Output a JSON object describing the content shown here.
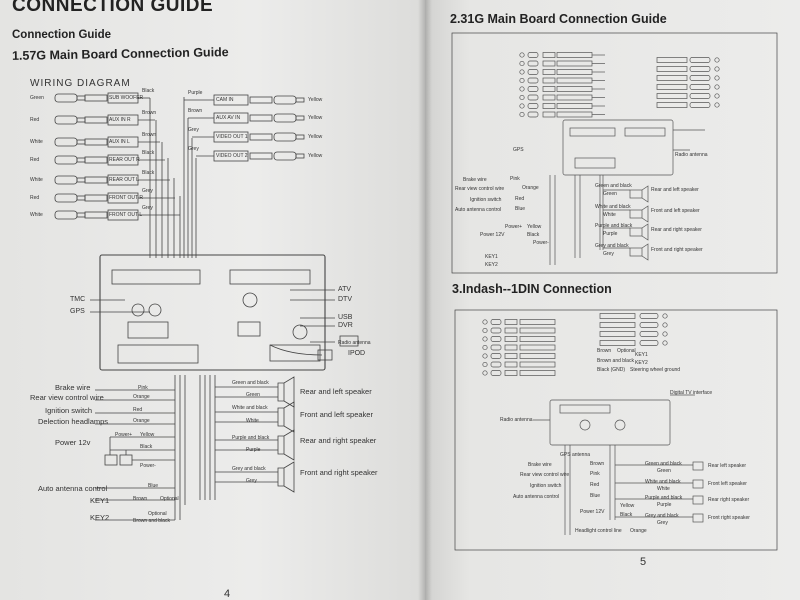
{
  "left": {
    "header": "CONNECTION GUIDE",
    "subheader": "Connection Guide",
    "section_title": "1.57G Main Board Connection Guide",
    "diagram_title": "WIRING DIAGRAM",
    "rca_left": [
      {
        "color": "Green",
        "label": "SUB WOOFER",
        "wire": "Black"
      },
      {
        "color": "Red",
        "label": "AUX IN R",
        "wire": "Brown"
      },
      {
        "color": "White",
        "label": "AUX IN L",
        "wire": "Brown"
      },
      {
        "color": "Red",
        "label": "REAR OUT R",
        "wire": "Black"
      },
      {
        "color": "White",
        "label": "REAR OUT L",
        "wire": "Black"
      },
      {
        "color": "Red",
        "label": "FRONT OUT R",
        "wire": "Grey"
      },
      {
        "color": "White",
        "label": "FRONT OUT L",
        "wire": "Grey"
      }
    ],
    "rca_right": [
      {
        "wire": "Purple",
        "label": "CAM IN",
        "color": "Yellow"
      },
      {
        "wire": "Brown",
        "label": "AUX AV IN",
        "color": "Yellow"
      },
      {
        "wire": "Grey",
        "label": "VIDEO OUT 1",
        "color": "Yellow"
      },
      {
        "wire": "Grey",
        "label": "VIDEO OUT 2",
        "color": "Yellow"
      }
    ],
    "unit_labels": {
      "tmc": "TMC",
      "gps": "GPS",
      "atv": "ATV",
      "dtv": "DTV",
      "usb": "USB",
      "dvr": "DVR",
      "radio": "Radio antenna",
      "ipod": "IPOD"
    },
    "wires_left": [
      {
        "label": "Brake wire",
        "color": "Pink"
      },
      {
        "label": "Rear view control wire",
        "color": "Orange"
      },
      {
        "label": "Ignition switch",
        "color": "Red"
      },
      {
        "label": "Delection headlamps",
        "color": "Orange"
      }
    ],
    "power": {
      "label": "Power 12v",
      "plus": "Power+",
      "plus_color": "Yellow",
      "ground": "Black",
      "minus": "Power-"
    },
    "bottom_wires": [
      {
        "label": "Auto antenna control",
        "color": "Blue"
      },
      {
        "label": "KEY1",
        "color": "Brown",
        "note": "Optional"
      },
      {
        "label": "KEY2",
        "color": "Brown and black",
        "note": "Optional"
      }
    ],
    "speakers": [
      {
        "label": "Rear and left speaker",
        "w1": "Green and black",
        "w2": "Green"
      },
      {
        "label": "Front  and left speaker",
        "w1": "White and black",
        "w2": "White"
      },
      {
        "label": "Rear and  right  speaker",
        "w1": "Purple and black",
        "w2": "Purple"
      },
      {
        "label": "Front and right speaker",
        "w1": "Grey and black",
        "w2": "Grey"
      }
    ],
    "page_number": "4"
  },
  "right": {
    "section2_title": "2.31G Main Board Connection Guide",
    "section3_title": "3.Indash--1DIN Connection",
    "s2_wires": [
      {
        "label": "Brake wire",
        "color": "Pink"
      },
      {
        "label": "Rear view control wire",
        "color": "Orange"
      },
      {
        "label": "Ignition switch",
        "color": "Red"
      },
      {
        "label": "Auto antenna control",
        "color": "Blue"
      }
    ],
    "s2_power": {
      "label": "Power 12V",
      "plus": "Power+",
      "plus_color": "Yellow",
      "ground": "Black",
      "minus": "Power-"
    },
    "s2_keys": [
      {
        "label": "KEY1"
      },
      {
        "label": "KEY2"
      }
    ],
    "s2_misc": {
      "gps": "GPS",
      "radio": "Radio antenna"
    },
    "s2_speakers": [
      {
        "label": "Rear and left speaker",
        "w1": "Green and black",
        "w2": "Green"
      },
      {
        "label": "Front and left speaker",
        "w1": "White and black",
        "w2": "White"
      },
      {
        "label": "Rear and right speaker",
        "w1": "Purple and black",
        "w2": "Purple"
      },
      {
        "label": "Front and right speaker",
        "w1": "Grey and black",
        "w2": "Grey"
      }
    ],
    "s3_keys": {
      "k1_color": "Brown",
      "k1_note": "Optional",
      "k1": "KEY1",
      "k2_color": "Brown and black",
      "k2": "KEY2",
      "steer_color": "Black (GND)",
      "steer": "Steering wheel ground"
    },
    "s3_misc": {
      "digital_tv": "Digital TV interface",
      "radio": "Radio antenna",
      "gps": "GPS antenna"
    },
    "s3_wires": [
      {
        "label": "Brake wire",
        "color": "Brown"
      },
      {
        "label": "Rear view control wire",
        "color": "Pink"
      },
      {
        "label": "Ignition switch",
        "color": "Red"
      },
      {
        "label": "Auto antenna control",
        "color": "Blue"
      }
    ],
    "s3_power": {
      "label": "Power 12V",
      "plus_color": "Yellow",
      "ground": "Black",
      "headlight": "Headlight control line",
      "headlight_color": "Orange"
    },
    "s3_speakers": [
      {
        "label": "Rear left speaker",
        "w1": "Green and black",
        "w2": "Green"
      },
      {
        "label": "Front left speaker",
        "w1": "White and black",
        "w2": "White"
      },
      {
        "label": "Rear right speaker",
        "w1": "Purple and black",
        "w2": "Purple"
      },
      {
        "label": "Front right speaker",
        "w1": "Grey and black",
        "w2": "Grey"
      }
    ],
    "page_number": "5"
  }
}
